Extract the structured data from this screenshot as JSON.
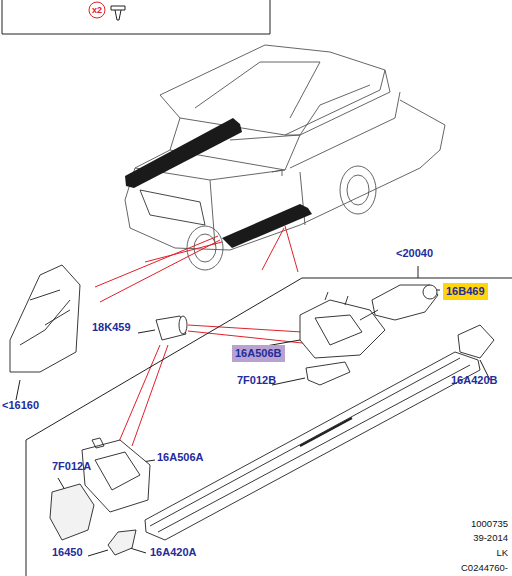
{
  "diagram": {
    "nodes": [
      {
        "text": [
          "16B469"
        ]
      },
      {
        "text": [
          "16A506B"
        ]
      }
    ],
    "labels": [
      "x2",
      "<20040",
      "18K459",
      "7F012B",
      "16A420B",
      "<16160",
      "7F012A",
      "16A506A",
      "16450",
      "16A420A",
      "1000735",
      "39-2014",
      "LK",
      "C0244760-"
    ]
  }
}
